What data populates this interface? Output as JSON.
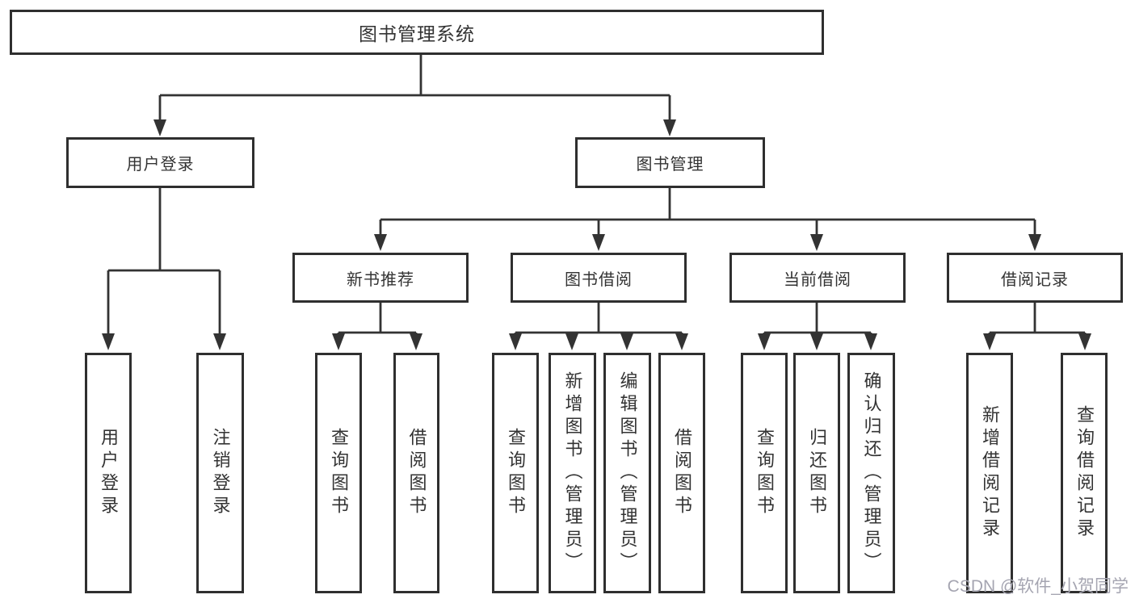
{
  "colors": {
    "line": "#333333",
    "box_border": "#2f2f2f",
    "text": "#333333",
    "watermark": "#a5a5b1",
    "background": "#ffffff"
  },
  "watermark": {
    "text": "CSDN @软件_小贺同学"
  },
  "diagram": {
    "root": {
      "label": "图书管理系统"
    },
    "branches": [
      {
        "label": "用户登录",
        "children": [
          {
            "label": "用户登录"
          },
          {
            "label": "注销登录"
          }
        ]
      },
      {
        "label": "图书管理",
        "children": [
          {
            "label": "新书推荐",
            "children": [
              {
                "label": "查询图书"
              },
              {
                "label": "借阅图书"
              }
            ]
          },
          {
            "label": "图书借阅",
            "children": [
              {
                "label": "查询图书"
              },
              {
                "label": "新增图书（管理员）"
              },
              {
                "label": "编辑图书（管理员）"
              },
              {
                "label": "借阅图书"
              }
            ]
          },
          {
            "label": "当前借阅",
            "children": [
              {
                "label": "查询图书"
              },
              {
                "label": "归还图书"
              },
              {
                "label": "确认归还（管理员）"
              }
            ]
          },
          {
            "label": "借阅记录",
            "children": [
              {
                "label": "新增借阅记录"
              },
              {
                "label": "查询借阅记录"
              }
            ]
          }
        ]
      }
    ]
  }
}
